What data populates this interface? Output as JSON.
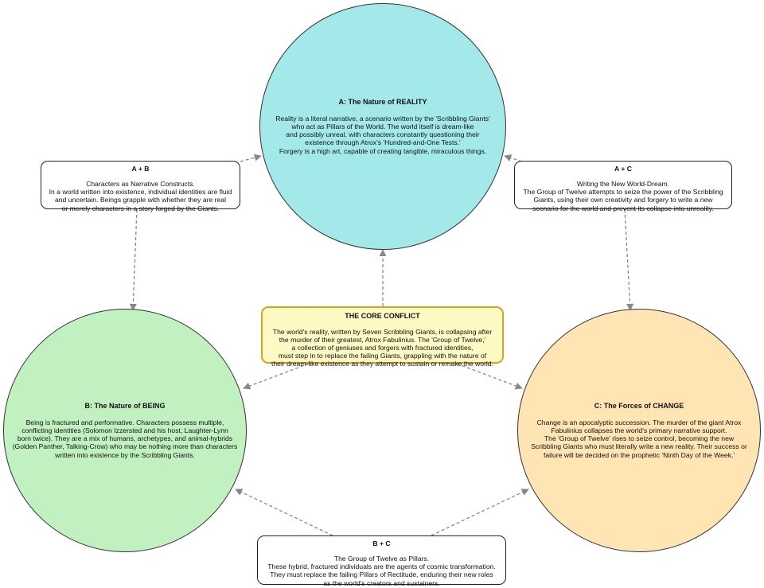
{
  "colors": {
    "reality_fill": "#a3e9e9",
    "being_fill": "#c1f0c1",
    "change_fill": "#ffe4b4",
    "core_fill": "#fff9c4",
    "core_border": "#d9a21b",
    "edge": "#888888"
  },
  "nodes": {
    "reality": {
      "title": "A: The Nature of REALITY",
      "body": "Reality is a literal narrative, a scenario written by the 'Scribbling Giants'\nwho act as Pillars of the World. The world itself is dream-like\nand possibly unreal, with characters constantly questioning their\nexistence through Atrox's 'Hundred-and-One Tests.'\nForgery is a high art, capable of creating tangible, miraculous things."
    },
    "being": {
      "title": "B: The Nature of BEING",
      "body": "Being is fractured and performative. Characters possess multiple,\nconflicting identities (Solomon Izzersted and his host, Laughter-Lynn\nborn twice). They are a mix of humans, archetypes, and animal-hybrids\n(Golden Panther, Talking-Crow) who may be nothing more than characters\nwritten into existence by the Scribbling Giants."
    },
    "change": {
      "title": "C: The Forces of CHANGE",
      "body": "Change is an apocalyptic succession. The murder of the giant Atrox\nFabulinius collapses the world's primary narrative support.\nThe 'Group of Twelve' rises to seize control, becoming the new\nScribbling Giants who must literally write a new reality. Their success or\nfailure will be decided on the prophetic 'Ninth Day of the Week.'"
    },
    "core": {
      "title": "THE CORE CONFLICT",
      "body": "The world's reality, written by Seven Scribbling Giants, is collapsing after\nthe murder of their greatest, Atrox Fabulinius. The 'Group of Twelve,'\na collection of geniuses and forgers with fractured identities,\nmust step in to replace the failing Giants, grappling with the nature of\ntheir dream-like existence as they attempt to sustain or remake the world."
    },
    "ab": {
      "title": "A + B",
      "body": "Characters as Narrative Constructs.\nIn a world written into existence, individual identities are fluid\nand uncertain. Beings grapple with whether they are real\nor merely characters in a story forged by the Giants."
    },
    "ac": {
      "title": "A + C",
      "body": "Writing the New World-Dream.\nThe Group of Twelve attempts to seize the power of the Scribbling\nGiants, using their own creativity and forgery to write a new\nscenario for the world and prevent its collapse into unreality."
    },
    "bc": {
      "title": "B + C",
      "body": "The Group of Twelve as Pillars.\nThese hybrid, fractured individuals are the agents of cosmic transformation.\nThey must replace the failing Pillars of Rectitude, enduring their new roles\nas the world's creators and sustainers."
    }
  }
}
